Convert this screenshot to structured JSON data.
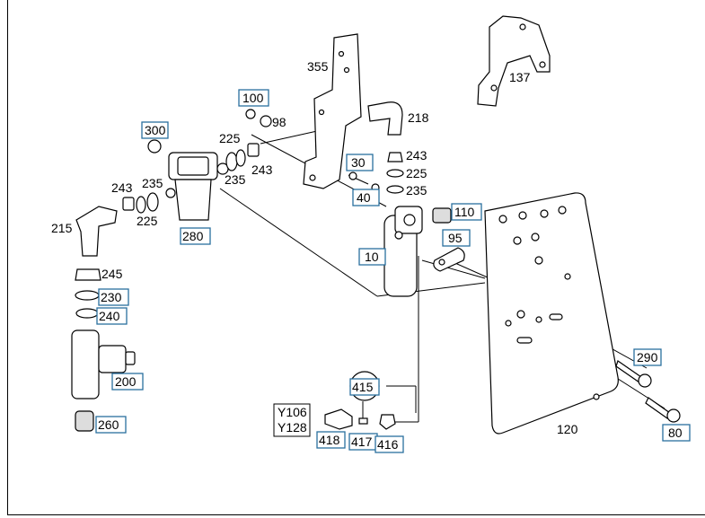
{
  "callouts": {
    "c100": "100",
    "c98": "98",
    "c300": "300",
    "c225a": "225",
    "c243a": "243",
    "c235a": "235",
    "c243b": "243",
    "c235b": "235",
    "c225b": "225",
    "c215": "215",
    "c280": "280",
    "c245": "245",
    "c230": "230",
    "c240": "240",
    "c200": "200",
    "c260": "260",
    "c355": "355",
    "c218": "218",
    "c30": "30",
    "c243c": "243",
    "c225c": "225",
    "c40": "40",
    "c235c": "235",
    "c110": "110",
    "c95": "95",
    "c10": "10",
    "c137": "137",
    "c290": "290",
    "c120": "120",
    "c80": "80",
    "c415": "415",
    "c418": "418",
    "c417": "417",
    "c416": "416"
  },
  "note": {
    "line1": "Y106",
    "line2": "Y128"
  },
  "colors": {
    "callout_box": "#2a6f9e"
  }
}
